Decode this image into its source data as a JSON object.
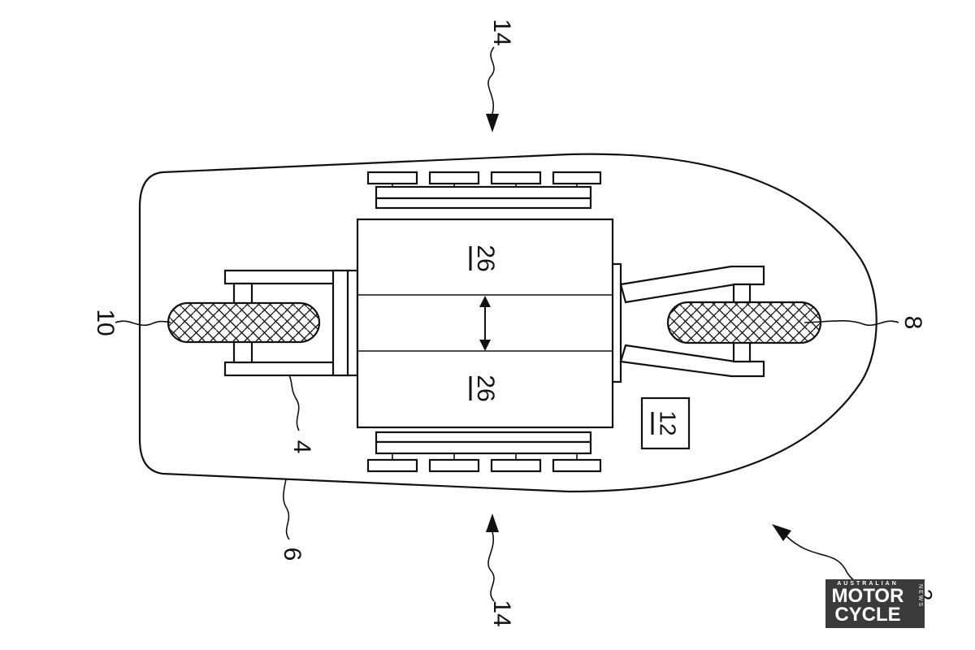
{
  "labels": {
    "ref_14_top": "14",
    "ref_14_bottom": "14",
    "ref_10": "10",
    "ref_8": "8",
    "ref_4": "4",
    "ref_6": "6",
    "ref_26_a": "26",
    "ref_26_b": "26",
    "ref_12": "12",
    "ref_2": "2"
  },
  "watermark": {
    "top_text": "AUSTRALIAN",
    "line1": "MOTOR",
    "line2": "CYCLE",
    "side_text": "NEWS"
  }
}
